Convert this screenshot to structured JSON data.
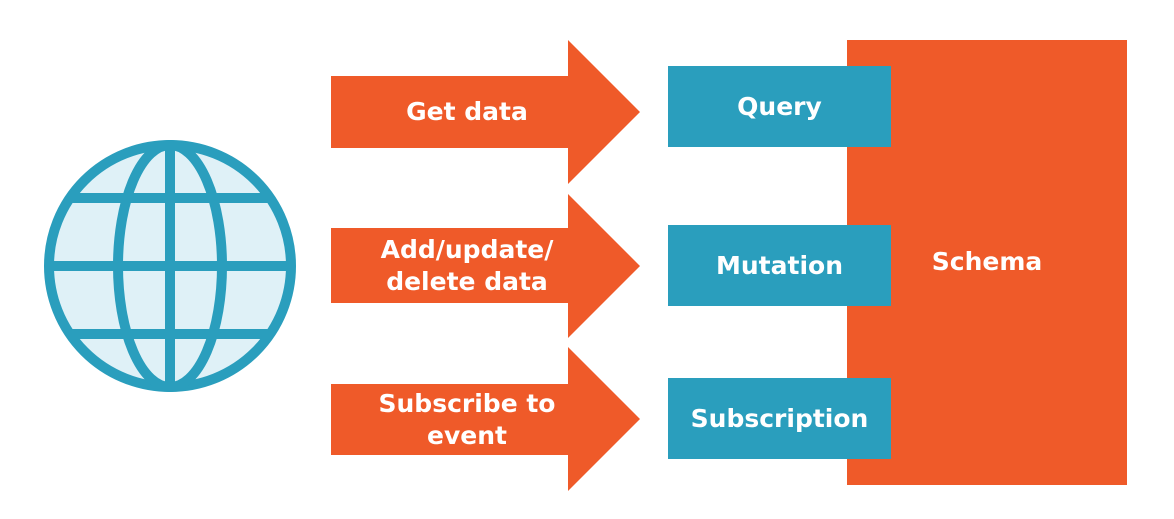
{
  "colors": {
    "orange": "#EF5A29",
    "teal": "#2A9EBD",
    "globe_fill": "#DFF1F7",
    "text": "#FFFFFF"
  },
  "globe": {
    "icon": "globe-icon"
  },
  "arrows": [
    {
      "label": "Get data"
    },
    {
      "label": "Add/update/\ndelete data"
    },
    {
      "label": "Subscribe to\nevent"
    }
  ],
  "operations": [
    {
      "label": "Query"
    },
    {
      "label": "Mutation"
    },
    {
      "label": "Subscription"
    }
  ],
  "schema": {
    "label": "Schema"
  }
}
